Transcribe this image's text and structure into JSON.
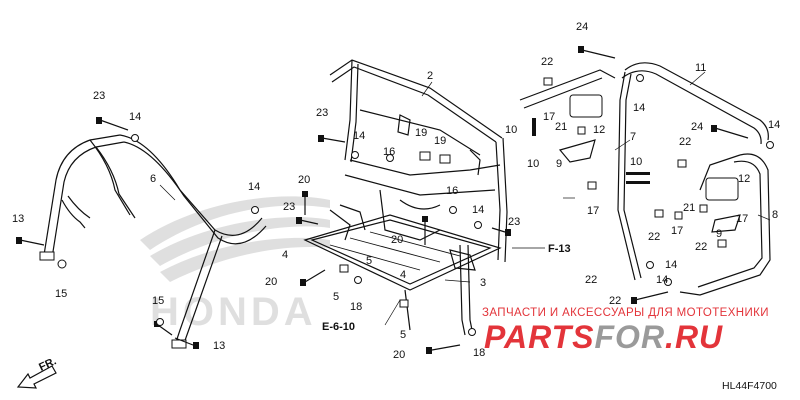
{
  "diagram": {
    "code": "HL44F4700",
    "fr_label": "FR.",
    "refs": [
      "F-13",
      "E-6-10"
    ],
    "watermark": {
      "caption": "ЗАПЧАСТИ И АКСЕССУАРЫ ДЛЯ МОТОТЕХНИКИ",
      "brand_left": "PARTS",
      "brand_mid": "FOR",
      "brand_right": ".RU"
    },
    "bg_logo": "HONDA",
    "parts": [
      "2",
      "3",
      "4",
      "5",
      "6",
      "7",
      "8",
      "9",
      "10",
      "11",
      "12",
      "13",
      "14",
      "15",
      "16",
      "17",
      "18",
      "19",
      "20",
      "21",
      "22",
      "23",
      "24"
    ]
  }
}
